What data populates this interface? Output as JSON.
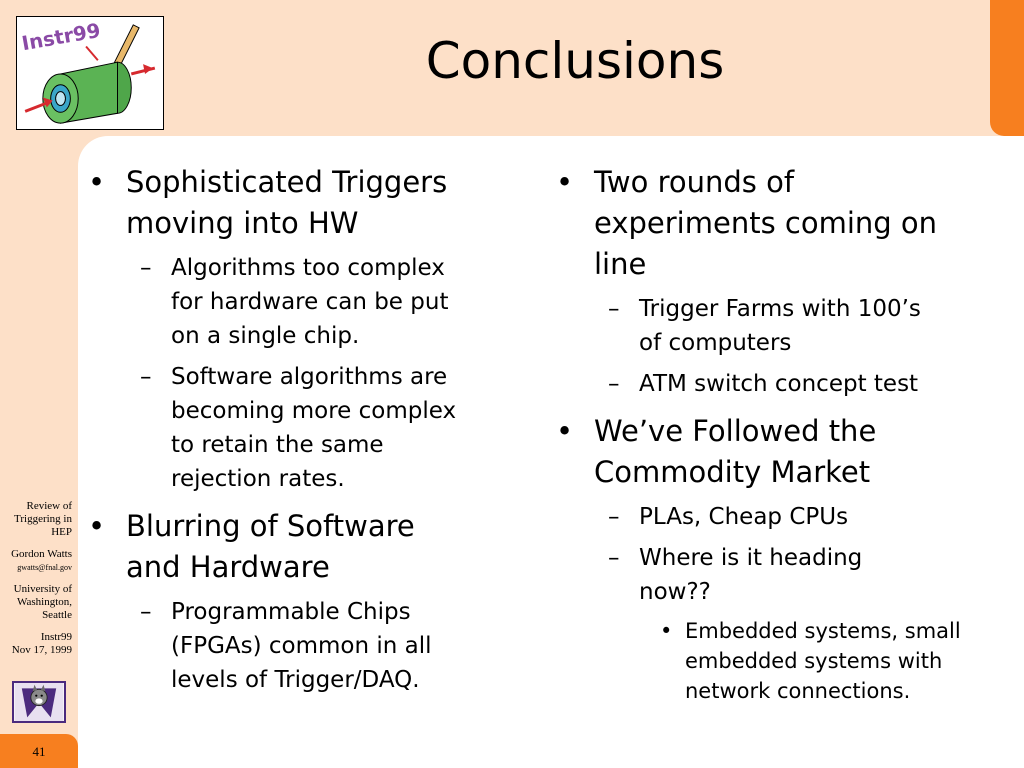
{
  "title": "Conclusions",
  "logo": {
    "text": "Instr99"
  },
  "sidebar": {
    "review": [
      "Review of",
      "Triggering in",
      "HEP"
    ],
    "author": "Gordon Watts",
    "email": "gwatts@fnal.gov",
    "university": [
      "University of",
      "Washington,",
      "Seattle"
    ],
    "conference": "Instr99",
    "date": "Nov 17, 1999"
  },
  "page_number": "41",
  "left_column": [
    {
      "text": [
        "Sophisticated Triggers",
        "moving into HW"
      ],
      "sub": [
        {
          "text": [
            "Algorithms too complex",
            "for hardware can be put",
            "on a single chip."
          ]
        },
        {
          "text": [
            "Software algorithms are",
            "becoming more complex",
            "to retain the same",
            "rejection rates."
          ]
        }
      ]
    },
    {
      "text": [
        "Blurring of Software",
        "and Hardware"
      ],
      "sub": [
        {
          "text": [
            "Programmable Chips",
            "(FPGAs) common in all",
            "levels of Trigger/DAQ."
          ]
        }
      ]
    }
  ],
  "right_column": [
    {
      "text": [
        "Two rounds of",
        "experiments coming on",
        "line"
      ],
      "sub": [
        {
          "text": [
            "Trigger Farms with 100’s",
            "of computers"
          ]
        },
        {
          "text": [
            "ATM switch concept test"
          ]
        }
      ]
    },
    {
      "text": [
        "We’ve Followed the",
        "Commodity Market"
      ],
      "sub": [
        {
          "text": [
            "PLAs, Cheap CPUs"
          ]
        },
        {
          "text": [
            "Where is it heading",
            "now??"
          ],
          "sub": [
            {
              "text": [
                "Embedded systems, small",
                "embedded systems with",
                "network connections."
              ]
            }
          ]
        }
      ]
    }
  ],
  "bullets": {
    "level1": "•",
    "level2": "–",
    "level3": "•"
  },
  "colors": {
    "background": "#fde0c8",
    "accent": "#f77f1f",
    "panel": "#ffffff",
    "husky_border": "#4b2a7e"
  }
}
